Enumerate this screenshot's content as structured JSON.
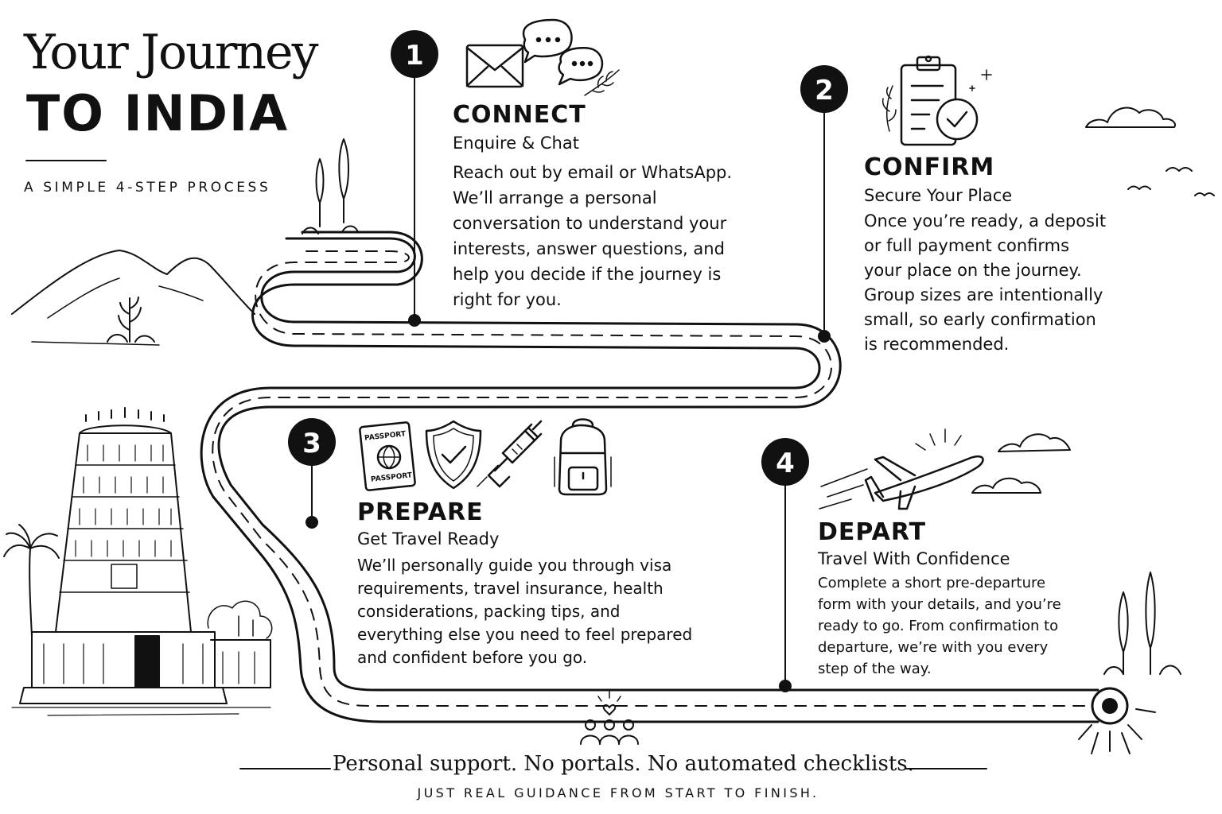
{
  "header": {
    "title_line1": "Your Journey",
    "title_line2": "TO INDIA",
    "subtitle": "A SIMPLE 4-STEP PROCESS"
  },
  "steps": [
    {
      "number": "1",
      "title": "CONNECT",
      "subtitle": "Enquire & Chat",
      "body": [
        "Reach out by email or WhatsApp.",
        "We’ll arrange a personal",
        "conversation to understand your",
        "interests, answer questions, and",
        "help you decide if the journey is",
        "right for you."
      ],
      "icons": [
        "envelope-icon",
        "speech-bubbles-icon"
      ]
    },
    {
      "number": "2",
      "title": "CONFIRM",
      "subtitle": "Secure Your Place",
      "body": [
        "Once you’re ready, a deposit",
        "or full payment confirms",
        "your place on the journey.",
        "Group sizes are intentionally",
        "small, so early confirmation",
        "is recommended."
      ],
      "icons": [
        "clipboard-check-icon"
      ]
    },
    {
      "number": "3",
      "title": "PREPARE",
      "subtitle": "Get Travel Ready",
      "body": [
        "We’ll personally guide you through visa",
        "requirements, travel insurance, health",
        "considerations, packing tips, and",
        "everything else you need to feel prepared",
        "and confident before you go."
      ],
      "icons": [
        "passport-icon",
        "shield-check-icon",
        "syringe-icon",
        "backpack-icon"
      ],
      "passport_label": "PASSPORT"
    },
    {
      "number": "4",
      "title": "DEPART",
      "subtitle": "Travel With Confidence",
      "body": [
        "Complete a short pre-departure",
        "form with your details, and you’re",
        "ready to go. From confirmation to",
        "departure, we’re with you every",
        "step of the way."
      ],
      "icons": [
        "airplane-icon"
      ]
    }
  ],
  "footer": {
    "main": "Personal support. No portals. No automated checklists.",
    "sub": "JUST REAL GUIDANCE FROM START TO FINISH."
  },
  "colors": {
    "ink": "#111111",
    "background": "#ffffff"
  }
}
